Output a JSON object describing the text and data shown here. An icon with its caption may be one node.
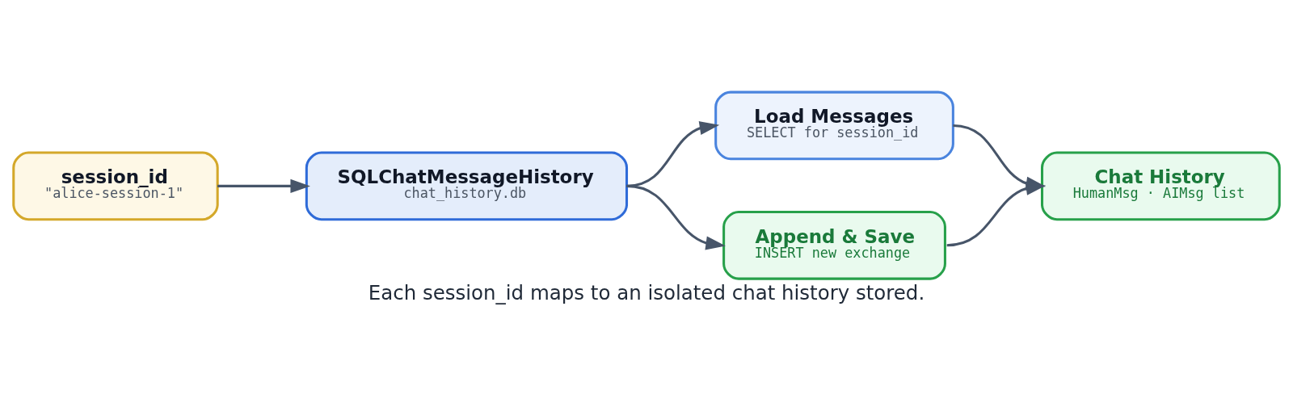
{
  "diagram": {
    "caption": "Each session_id maps to an isolated chat history stored.",
    "nodes": [
      {
        "text": [
          "session_id",
          "\"alice-session-1\""
        ]
      },
      {
        "text": [
          "SQLChatMessageHistory",
          "chat_history.db"
        ]
      },
      {
        "text": [
          "Load Messages",
          "SELECT for session_id"
        ]
      },
      {
        "text": [
          "Append & Save",
          "INSERT new exchange"
        ]
      },
      {
        "text": [
          "Chat History",
          "HumanMsg · AIMsg list"
        ]
      }
    ],
    "edges": [
      {
        "from": 0,
        "to": 1,
        "arrow": "to"
      },
      {
        "from": 1,
        "to": 2,
        "arrow": "to"
      },
      {
        "from": 1,
        "to": 3,
        "arrow": "to"
      },
      {
        "from": 2,
        "to": 4,
        "arrow": "to"
      },
      {
        "from": 3,
        "to": 4,
        "arrow": "to"
      }
    ]
  }
}
